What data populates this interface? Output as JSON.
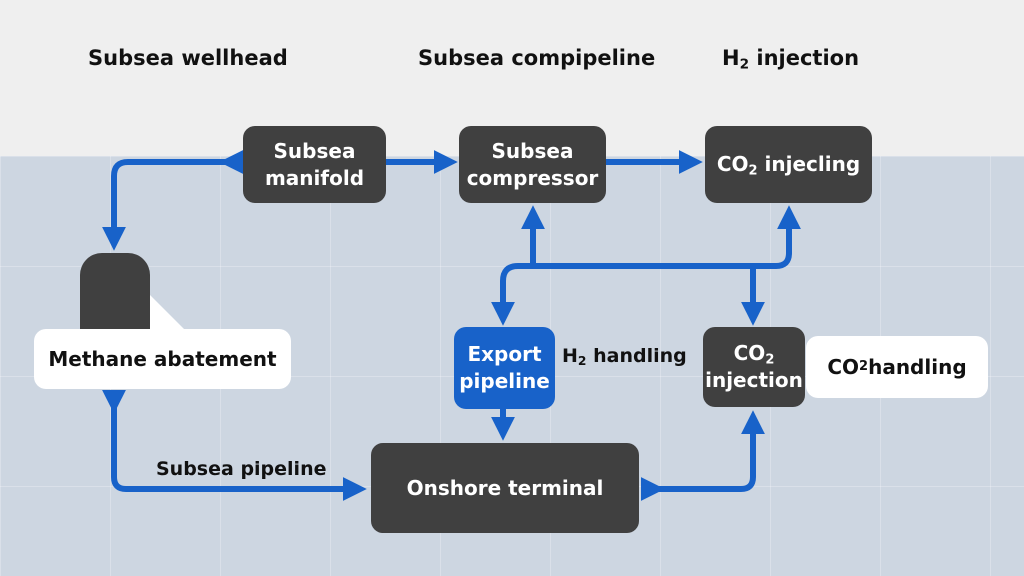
{
  "diagram": {
    "headers": [
      {
        "text": "Subsea wellhead"
      },
      {
        "text": "Subsea compipeline"
      },
      {
        "text": "H",
        "sub": "2",
        "rest": " injection"
      }
    ],
    "nodes": {
      "manifold": {
        "line1": "Subsea",
        "line2": "manifold"
      },
      "compressor": {
        "line1": "Subsea",
        "line2": "compressor"
      },
      "co2_injecling": {
        "pre": "CO",
        "sub": "2",
        "rest": " injecling"
      },
      "export_pipeline": {
        "line1": "Export",
        "line2": "pipeline"
      },
      "co2_injection": {
        "pre": "CO",
        "sub": "2",
        "line2": "injection"
      },
      "onshore": {
        "text": "Onshore terminal"
      },
      "wellhead_block": {
        "text": ""
      }
    },
    "callouts": {
      "methane": "Methane abatement",
      "co2_handling": {
        "pre": "CO",
        "sub": "2",
        "rest": " handling"
      }
    },
    "labels": {
      "h2_handling": {
        "pre": "H",
        "sub": "2",
        "rest": " handling"
      },
      "subsea_pipeline": "Subsea pipeline"
    },
    "colors": {
      "connector": "#1862c9",
      "node": "#404040",
      "node_highlight": "#1862c9",
      "top_band": "#efefef",
      "canvas": "#cdd6e1"
    }
  }
}
